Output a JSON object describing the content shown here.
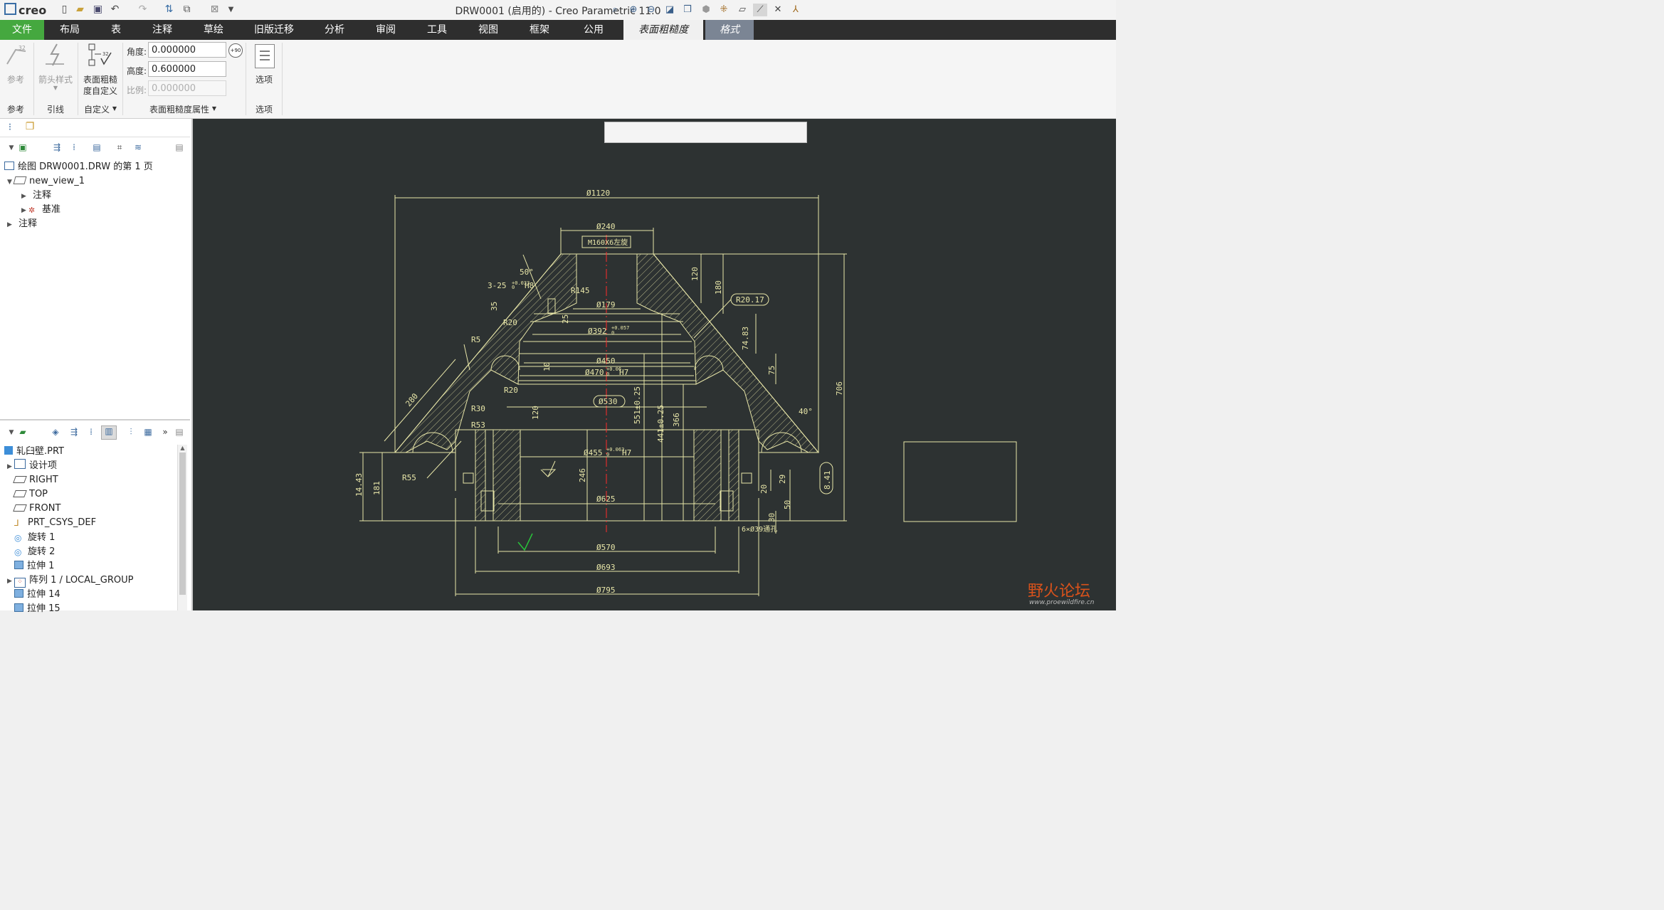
{
  "window": {
    "app_logo": "creo",
    "title": "DRW0001 (启用的) - Creo Parametric 11.0"
  },
  "quick_access": [
    "new-icon",
    "open-icon",
    "save-icon",
    "undo-icon",
    "redo-icon",
    "regenerate-icon",
    "windows-icon",
    "close-window-icon",
    "customize-icon"
  ],
  "ribbon_tabs": [
    {
      "label": "文件"
    },
    {
      "label": "布局"
    },
    {
      "label": "表"
    },
    {
      "label": "注释"
    },
    {
      "label": "草绘"
    },
    {
      "label": "旧版迁移"
    },
    {
      "label": "分析"
    },
    {
      "label": "审阅"
    },
    {
      "label": "工具"
    },
    {
      "label": "视图"
    },
    {
      "label": "框架"
    },
    {
      "label": "公用"
    },
    {
      "label": "表面粗糙度"
    },
    {
      "label": "格式"
    }
  ],
  "ribbon": {
    "reference": {
      "button": "参考",
      "group": "参考"
    },
    "leader": {
      "button": "箭头样式",
      "group": "引线"
    },
    "custom": {
      "button_line1": "表面粗糙",
      "button_line2": "度自定义",
      "group": "自定义"
    },
    "properties": {
      "angle_label": "角度:",
      "angle_value": "0.000000",
      "height_label": "高度:",
      "height_value": "0.600000",
      "scale_label": "比例:",
      "scale_value": "0.000000",
      "rotate_badge": "+90",
      "group": "表面粗糙度属性"
    },
    "options": {
      "button": "选项",
      "group": "选项"
    }
  },
  "drawing_tree": {
    "root": "绘图 DRW0001.DRW 的第 1 页",
    "items": [
      {
        "label": "new_view_1"
      },
      {
        "label": "注释"
      },
      {
        "label": "基准"
      },
      {
        "label": "注释"
      }
    ]
  },
  "model_tree": {
    "root": "轧臼壁.PRT",
    "items": [
      {
        "label": "设计项"
      },
      {
        "label": "RIGHT"
      },
      {
        "label": "TOP"
      },
      {
        "label": "FRONT"
      },
      {
        "label": "PRT_CSYS_DEF"
      },
      {
        "label": "旋转 1"
      },
      {
        "label": "旋转 2"
      },
      {
        "label": "拉伸 1"
      },
      {
        "label": "阵列 1 / LOCAL_GROUP"
      },
      {
        "label": "拉伸 14"
      },
      {
        "label": "拉伸 15"
      }
    ]
  },
  "view_toolbar": [
    "refit-icon",
    "zoom-in-icon",
    "zoom-out-icon",
    "repaint-icon",
    "display-style-icon",
    "saved-views-icon",
    "datum-display-icon",
    "plane-display-icon",
    "annotation-display-icon",
    "csys-display-icon",
    "point-display-icon"
  ],
  "drawing": {
    "colors": {
      "background": "#2d3232",
      "lines": "#e8e6a8",
      "centerline": "#ff2a2a",
      "hatch": "#dcd9a0",
      "check": "#29c23a"
    },
    "dimensions": {
      "d1120": "Ø1120",
      "d240": "Ø240",
      "m160": "M160X6左旋",
      "a50": "50°",
      "holes": "3-25",
      "holes_tol": "+0.033",
      "holes_tol0": "0",
      "holes_fit": "H8",
      "r145": "R145",
      "d179": "Ø179",
      "d35": "35",
      "d25": "25",
      "r20a": "R20",
      "d392": "Ø392",
      "d392_tol": "+0.057",
      "d392_tol0": "0",
      "d120a": "120",
      "d180": "180",
      "r2017": "R20.17",
      "d7483": "74.83",
      "r5": "R5",
      "d10": "10",
      "d450": "Ø450",
      "d470": "Ø470",
      "d470_tol": "+0.06",
      "d470_tol0": "0",
      "d470_fit": "H7",
      "d75": "75",
      "d706": "706",
      "d280": "280",
      "r20b": "R20",
      "d530": "Ø530",
      "d551": "551±0.25",
      "d441": "441±0.25",
      "d366": "366",
      "a40": "40°",
      "d120b": "120",
      "r30": "R30",
      "r53": "R53",
      "d455": "Ø455",
      "d455_tol": "+0.063",
      "d455_tol0": "0",
      "d455_fit": "H7",
      "d246": "246",
      "d1443": "14.43",
      "d181": "181",
      "r55": "R55",
      "d625": "Ø625",
      "d29": "29",
      "d20": "20",
      "d50": "50",
      "d30": "30",
      "d841": "8.41",
      "holes2": "6×Ø39通孔",
      "d570": "Ø570",
      "d693": "Ø693",
      "d795": "Ø795"
    }
  },
  "watermark": {
    "text": "野火论坛",
    "url": "www.proewildfire.cn"
  }
}
